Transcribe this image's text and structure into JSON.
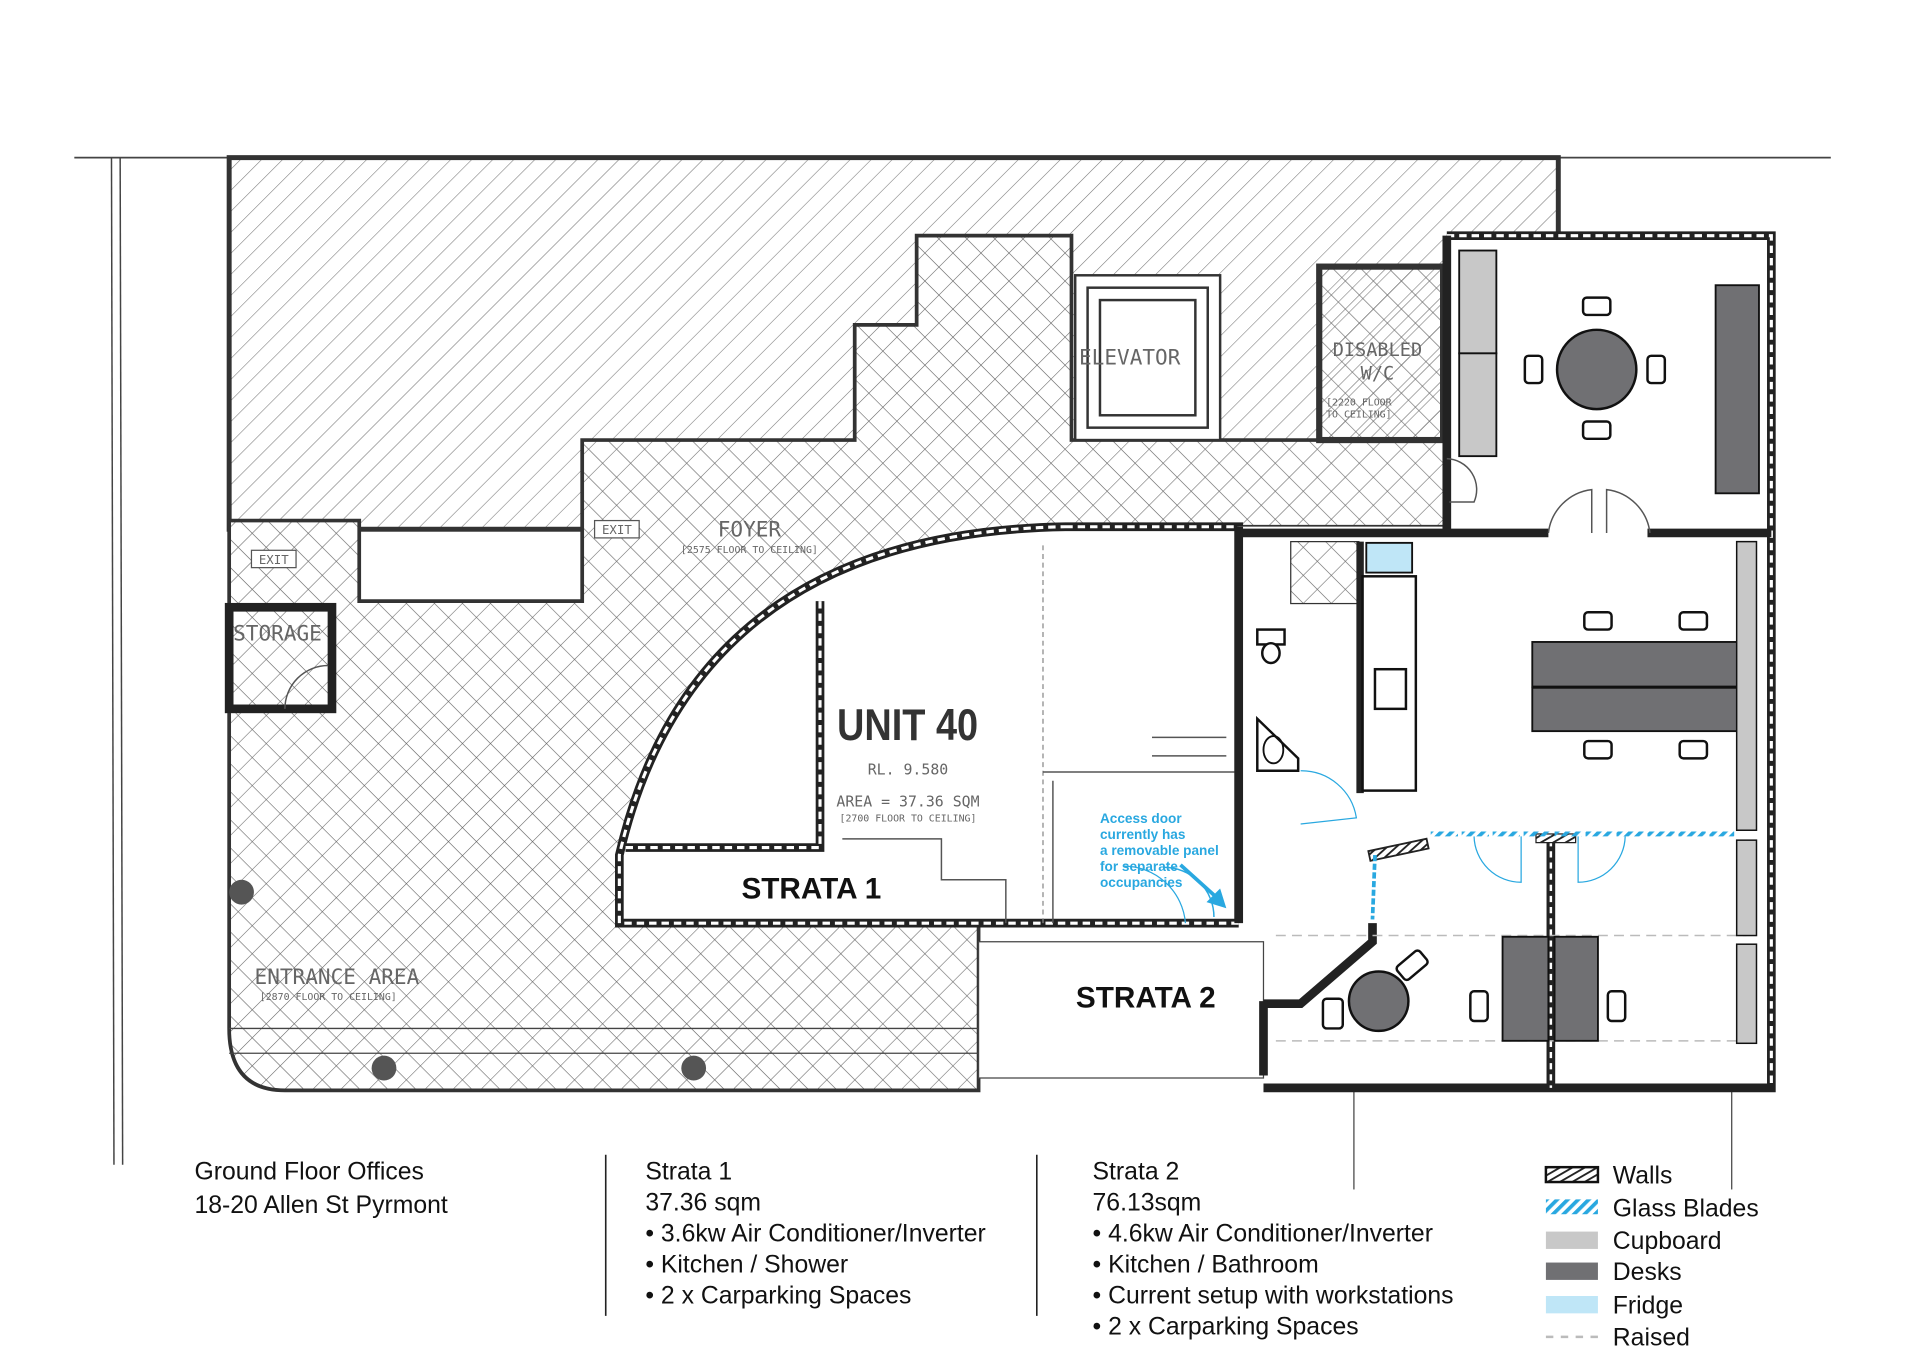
{
  "plan": {
    "unit_label": "UNIT 40",
    "rl": "RL. 9.580",
    "area": "AREA = 37.36 SQM",
    "unit_ceiling": "[2700 FLOOR TO CEILING]",
    "foyer": "FOYER",
    "foyer_ceiling": "[2575 FLOOR TO CEILING]",
    "elevator": "ELEVATOR",
    "disabled_wc_1": "DISABLED",
    "disabled_wc_2": "W/C",
    "wc_ceiling_1": "[2220 FLOOR",
    "wc_ceiling_2": "TO CEILING]",
    "storage": "STORAGE",
    "exit": "EXIT",
    "entrance": "ENTRANCE AREA",
    "entrance_ceiling": "[2870 FLOOR TO CEILING]",
    "strata1": "STRATA 1",
    "strata2": "STRATA 2",
    "access_note": [
      "Access door",
      "currently has",
      "a removable panel",
      "for separate",
      "occupancies"
    ]
  },
  "info": {
    "title_1": "Ground Floor Offices",
    "title_2": "18-20 Allen St Pyrmont",
    "strata1": {
      "name": "Strata 1",
      "area": "37.36 sqm",
      "features": [
        "• 3.6kw Air Conditioner/Inverter",
        "• Kitchen / Shower",
        "• 2 x Carparking Spaces"
      ]
    },
    "strata2": {
      "name": "Strata 2",
      "area": "76.13sqm",
      "features": [
        "• 4.6kw Air Conditioner/Inverter",
        "• Kitchen / Bathroom",
        "• Current setup with workstations",
        "• 2 x Carparking Spaces"
      ]
    }
  },
  "legend": [
    {
      "label": "Walls",
      "color": "#222222"
    },
    {
      "label": "Glass Blades",
      "color": "#29a8e0"
    },
    {
      "label": "Cupboard",
      "color": "#c8c8c8"
    },
    {
      "label": "Desks",
      "color": "#707073"
    },
    {
      "label": "Fridge",
      "color": "#bfe6f7"
    },
    {
      "label": "Raised",
      "color": "#bbbbbb"
    }
  ]
}
